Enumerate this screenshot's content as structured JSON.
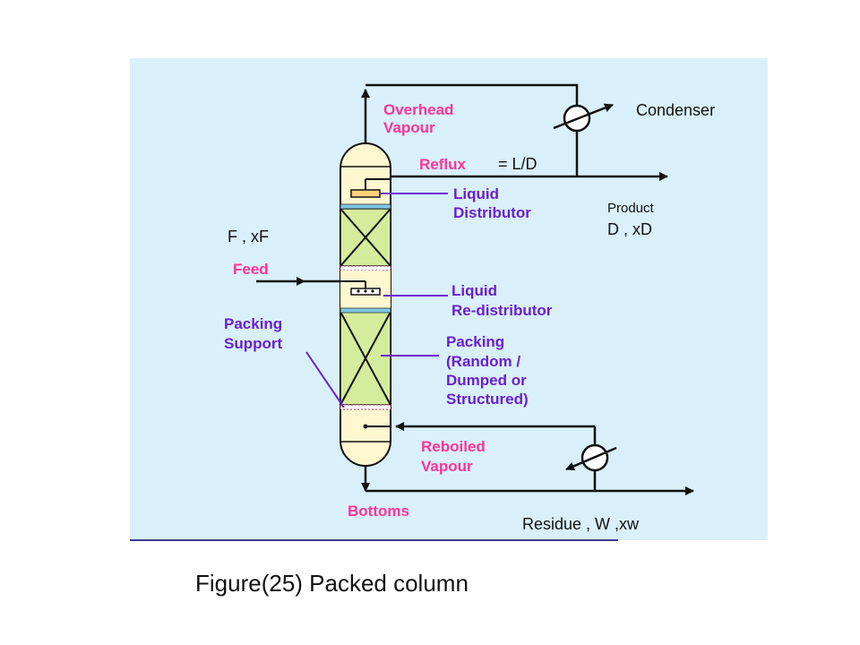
{
  "labels": {
    "overhead_1": "Overhead",
    "overhead_2": "Vapour",
    "condenser": "Condenser",
    "reflux": "Reflux",
    "reflux_ratio": "= L/D",
    "liquid_distributor_1": "Liquid",
    "liquid_distributor_2": "Distributor",
    "product": "Product",
    "product_dx": "D , xD",
    "feed_comp": "F , xF",
    "feed": "Feed",
    "redistributor_1": "Liquid",
    "redistributor_2": "Re-distributor",
    "packing_support_1": "Packing",
    "packing_support_2": "Support",
    "packing_1": "Packing",
    "packing_2": "(Random /",
    "packing_3": "Dumped or",
    "packing_4": "Structured)",
    "reboiled_1": "Reboiled",
    "reboiled_2": "Vapour",
    "bottoms": "Bottoms",
    "residue": "Residue , W ,xw"
  },
  "caption": "Figure(25)  Packed column",
  "colors": {
    "background_panel": "#d9f0fb",
    "column_body": "#fff7d0",
    "packing_fill": "#d4ec9c",
    "pink_labels": "#ff3399",
    "purple_labels": "#6a1fd0"
  }
}
